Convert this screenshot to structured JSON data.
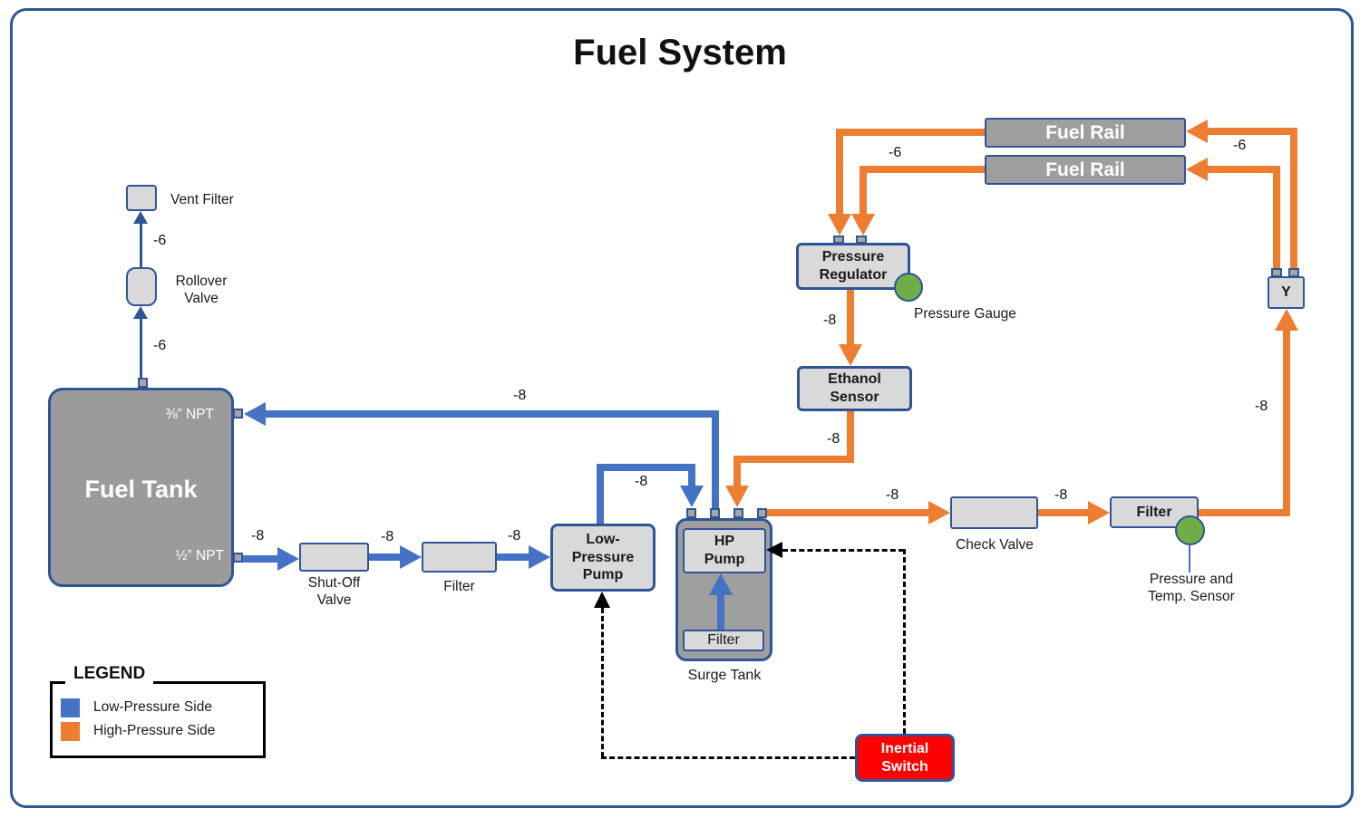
{
  "title": "Fuel System",
  "colors": {
    "low_pressure_blue": "#4472C4",
    "high_pressure_orange": "#ED7D31",
    "outline_blue": "#2F5597",
    "component_gray": "#9E9E9E",
    "component_light_gray": "#D9D9D9",
    "sensor_green": "#6FAE46",
    "switch_red": "#FF0000"
  },
  "components": {
    "vent_filter": "Vent Filter",
    "rollover_valve": "Rollover Valve",
    "fuel_tank": "Fuel Tank",
    "npt_top": "⅜” NPT",
    "npt_bottom": "½” NPT",
    "shut_off_valve": "Shut-Off Valve",
    "lp_filter": "Filter",
    "lp_pump": "Low-Pressure Pump",
    "hp_pump": "HP Pump",
    "surge_filter": "Filter",
    "surge_tank": "Surge Tank",
    "check_valve": "Check Valve",
    "hp_filter": "Filter",
    "pt_sensor": "Pressure and Temp. Sensor",
    "fuel_rail_1": "Fuel Rail",
    "fuel_rail_2": "Fuel Rail",
    "pressure_regulator": "Pressure Regulator",
    "pressure_gauge": "Pressure Gauge",
    "ethanol_sensor": "Ethanol Sensor",
    "y_fitting": "Y",
    "inertial_switch": "Inertial Switch"
  },
  "line_labels": {
    "vent_upper": "-6",
    "vent_lower": "-6",
    "return_line": "-8",
    "tank_outlet": "-8",
    "valve_to_filter": "-8",
    "filter_to_pump": "-8",
    "pump_to_surge": "-8",
    "surge_to_checkvalve": "-8",
    "checkvalve_to_filter": "-8",
    "filter_to_y": "-8",
    "regulator_to_ethanol": "-8",
    "ethanol_to_surge": "-8",
    "rails_to_regulator": "-6",
    "y_to_rails": "-6"
  },
  "legend": {
    "title": "LEGEND",
    "items": [
      {
        "label": "Low-Pressure Side",
        "color": "#4472C4"
      },
      {
        "label": "High-Pressure Side",
        "color": "#ED7D31"
      }
    ]
  }
}
